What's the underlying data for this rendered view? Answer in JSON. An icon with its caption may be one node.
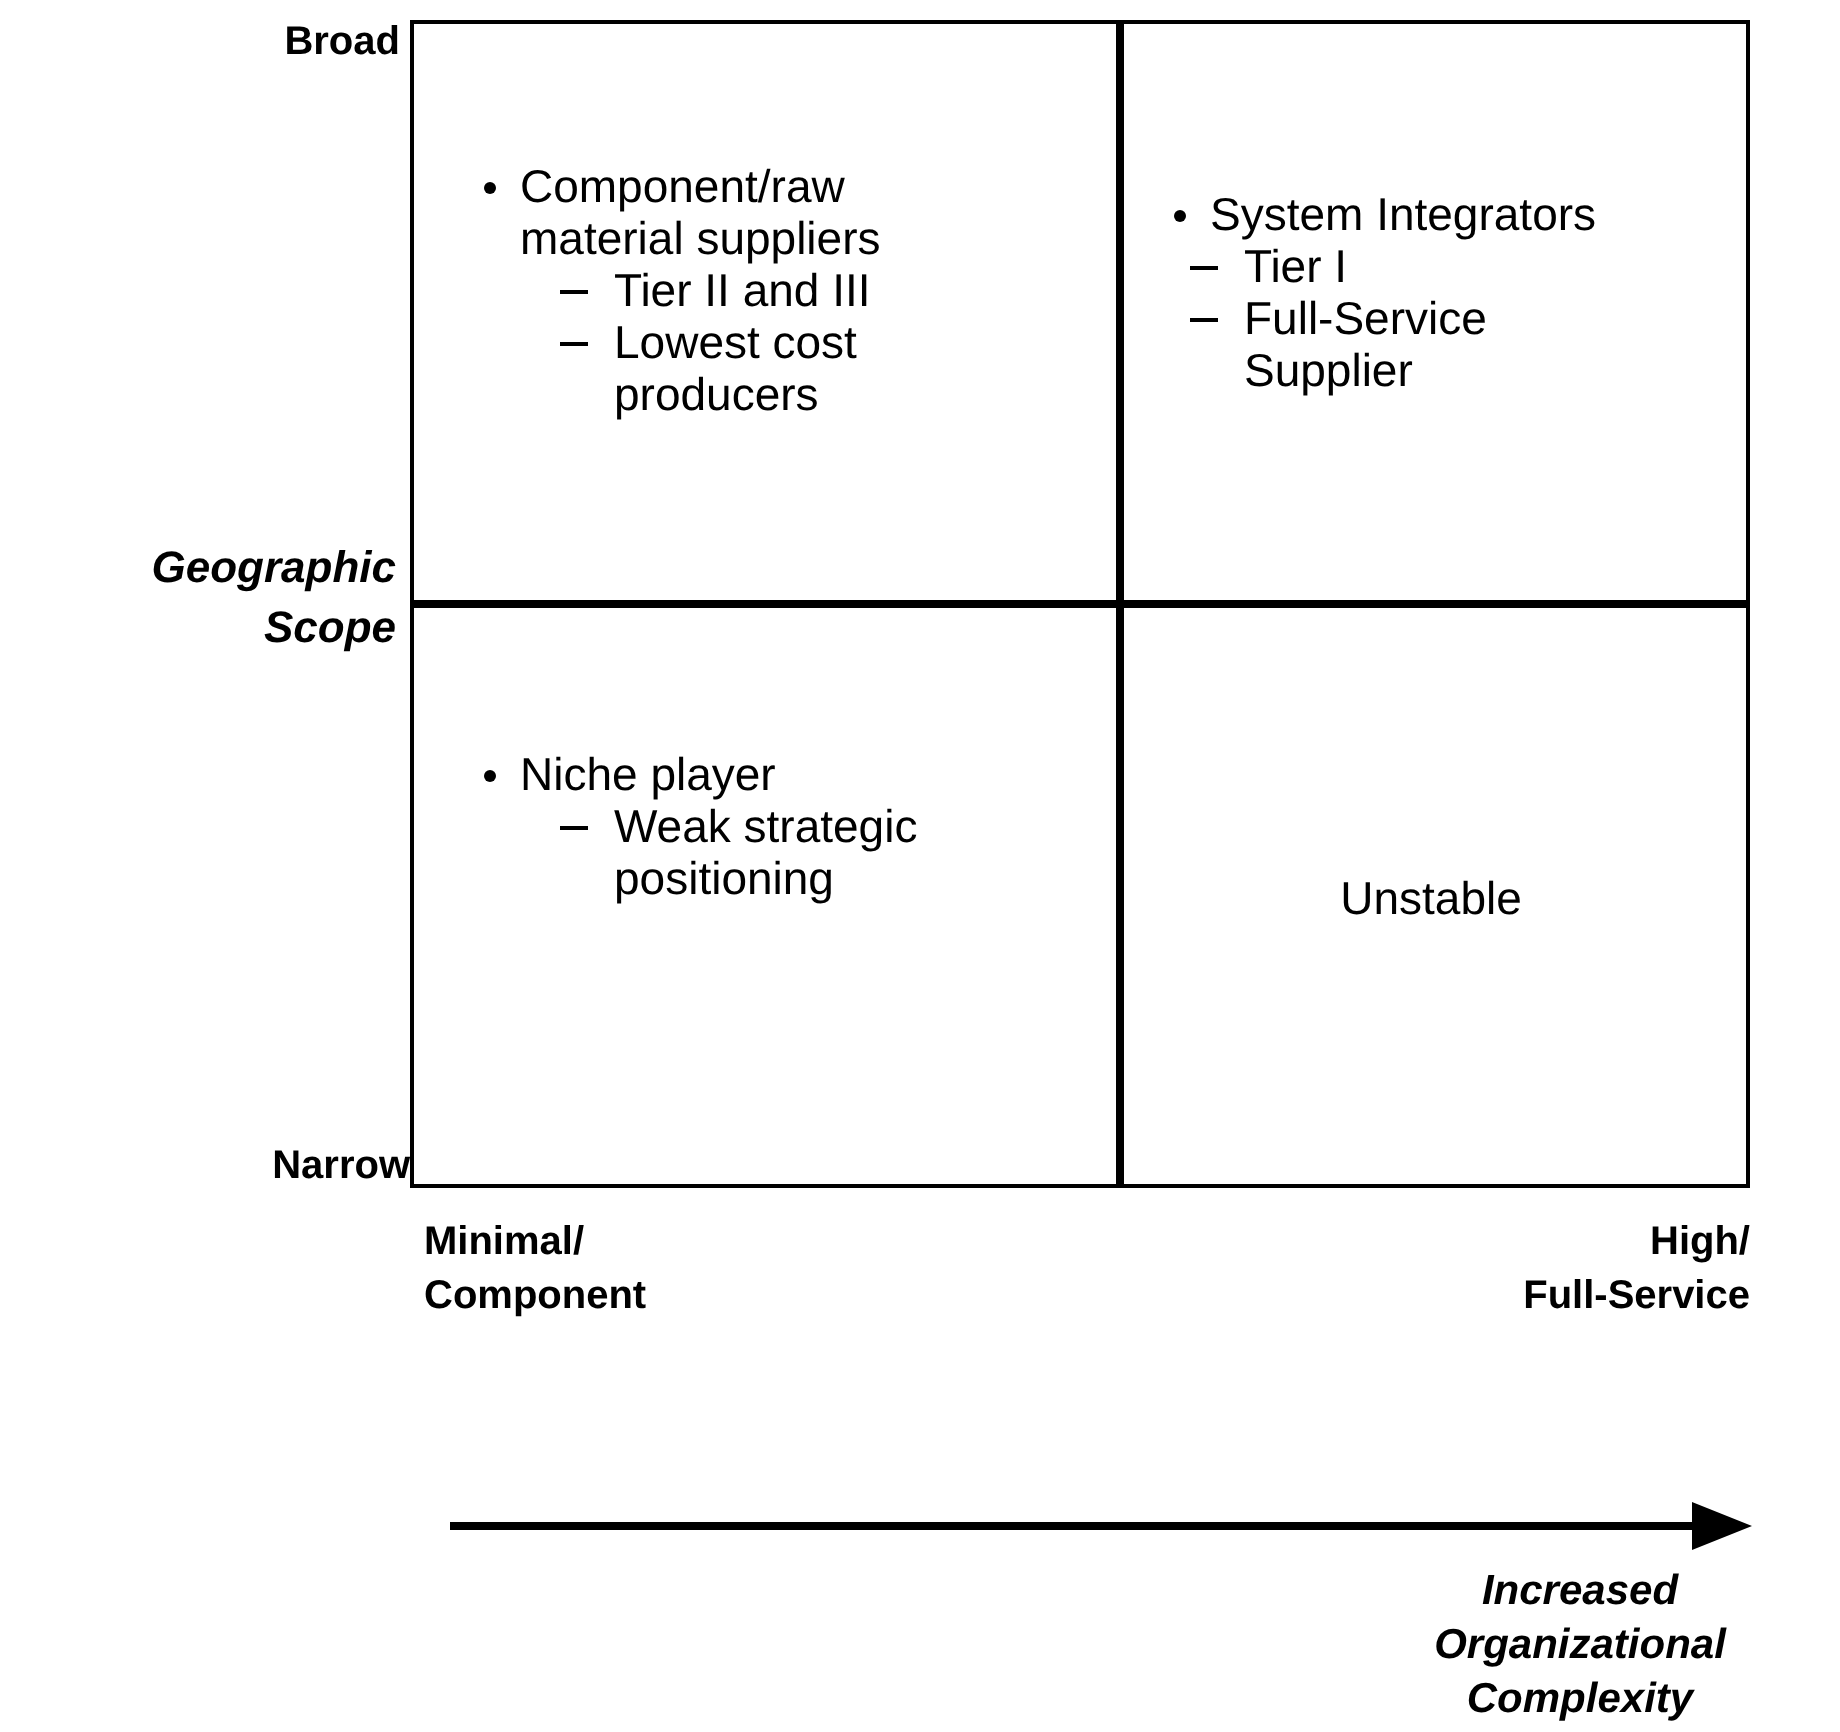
{
  "diagram": {
    "nodes": [
      {
        "text": [
          "Component/raw material suppliers",
          "Tier II and III",
          "Lowest cost producers"
        ]
      },
      {
        "text": [
          "System Integrators",
          "Tier I",
          "Full-Service Supplier"
        ]
      },
      {
        "text": [
          "Niche player",
          "Weak strategic positioning"
        ]
      },
      {
        "text": [
          "Unstable"
        ]
      }
    ],
    "edges": [],
    "labels": [
      "Broad",
      "Geographic Scope",
      "Narrow",
      "Minimal/ Component",
      "High/ Full-Service",
      "Increased Organizational Complexity"
    ]
  }
}
